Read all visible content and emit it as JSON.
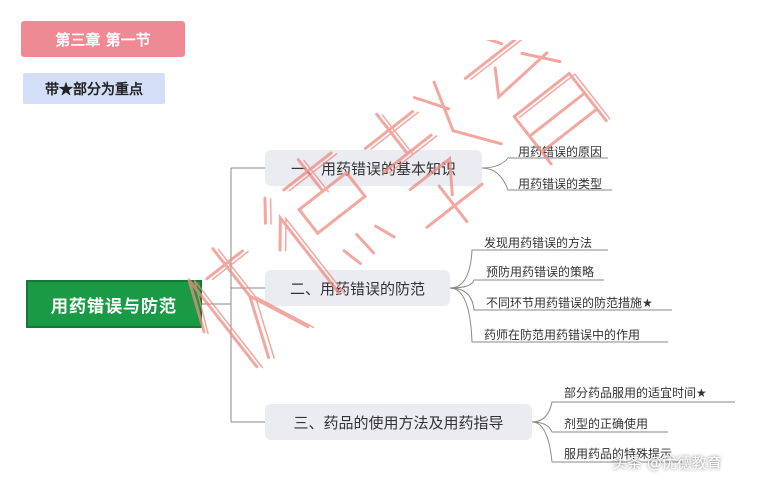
{
  "header": {
    "chapter_label": "第三章  第一节",
    "key_note": "带★部分为重点"
  },
  "mindmap": {
    "root": "用药错误与防范",
    "branches": [
      {
        "label": "一、用药错误的基本知识",
        "leaves": [
          "用药错误的原因",
          "用药错误的类型"
        ]
      },
      {
        "label": "二、用药错误的防范",
        "leaves": [
          "发现用药错误的方法",
          "预防用药错误的策略",
          "不同环节用药错误的防范措施★",
          "药师在防范用药错误中的作用"
        ]
      },
      {
        "label": "三、药品的使用方法及用药指导",
        "leaves": [
          "部分药品服用的适宜时间★",
          "剂型的正确使用",
          "服用药品的特殊提示"
        ]
      }
    ]
  },
  "watermark": {
    "text": "优德教育",
    "color": "#f08a80"
  },
  "footer": {
    "credit": "头条 @优德教育"
  },
  "colors": {
    "root_fill": "#1a9a45",
    "chapter_fill": "#ee8a93",
    "note_fill": "#d3def7",
    "branch_fill": "#ebebf2",
    "line": "#8a8a8a"
  }
}
